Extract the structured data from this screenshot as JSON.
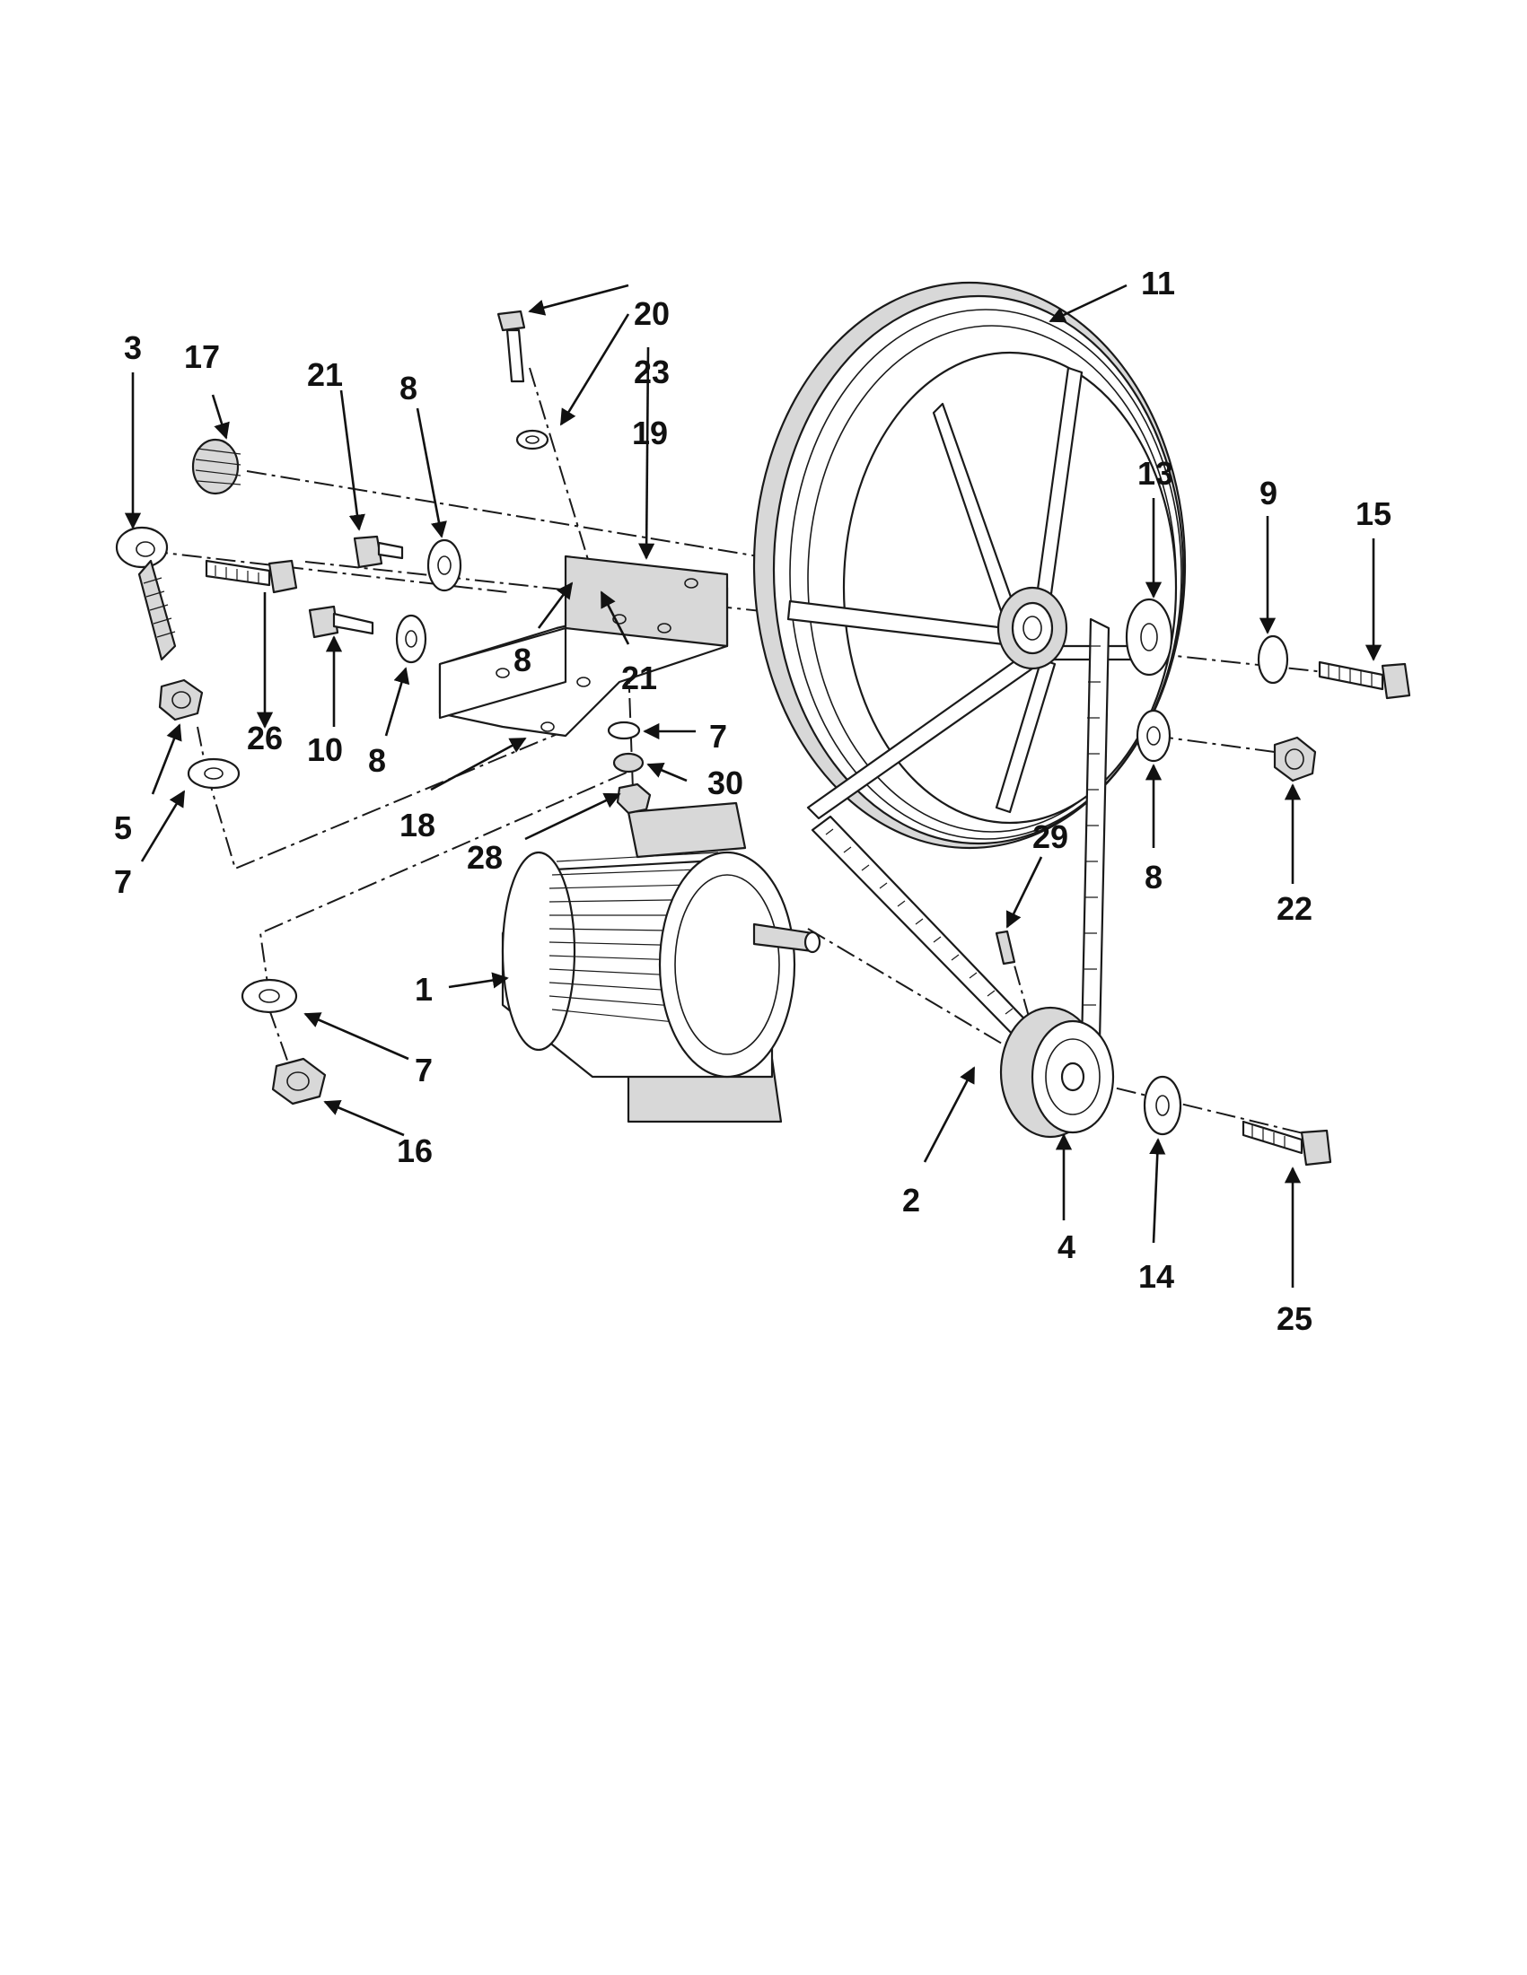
{
  "diagram": {
    "colors": {
      "line": "#1a1a1a",
      "fill": "#ffffff",
      "shade": "#d8d8d8"
    },
    "callouts": [
      {
        "id": "c1",
        "label": "1"
      },
      {
        "id": "c2",
        "label": "2"
      },
      {
        "id": "c3",
        "label": "3"
      },
      {
        "id": "c4",
        "label": "4"
      },
      {
        "id": "c5",
        "label": "5"
      },
      {
        "id": "c7a",
        "label": "7"
      },
      {
        "id": "c7b",
        "label": "7"
      },
      {
        "id": "c7c",
        "label": "7"
      },
      {
        "id": "c8a",
        "label": "8"
      },
      {
        "id": "c8b",
        "label": "8"
      },
      {
        "id": "c8c",
        "label": "8"
      },
      {
        "id": "c8d",
        "label": "8"
      },
      {
        "id": "c9",
        "label": "9"
      },
      {
        "id": "c10",
        "label": "10"
      },
      {
        "id": "c11",
        "label": "11"
      },
      {
        "id": "c13",
        "label": "13"
      },
      {
        "id": "c14",
        "label": "14"
      },
      {
        "id": "c15",
        "label": "15"
      },
      {
        "id": "c16",
        "label": "16"
      },
      {
        "id": "c17",
        "label": "17"
      },
      {
        "id": "c18",
        "label": "18"
      },
      {
        "id": "c19",
        "label": "19"
      },
      {
        "id": "c20",
        "label": "20"
      },
      {
        "id": "c21a",
        "label": "21"
      },
      {
        "id": "c21b",
        "label": "21"
      },
      {
        "id": "c22",
        "label": "22"
      },
      {
        "id": "c23",
        "label": "23"
      },
      {
        "id": "c25",
        "label": "25"
      },
      {
        "id": "c26",
        "label": "26"
      },
      {
        "id": "c28",
        "label": "28"
      },
      {
        "id": "c29",
        "label": "29"
      },
      {
        "id": "c30",
        "label": "30"
      }
    ]
  }
}
